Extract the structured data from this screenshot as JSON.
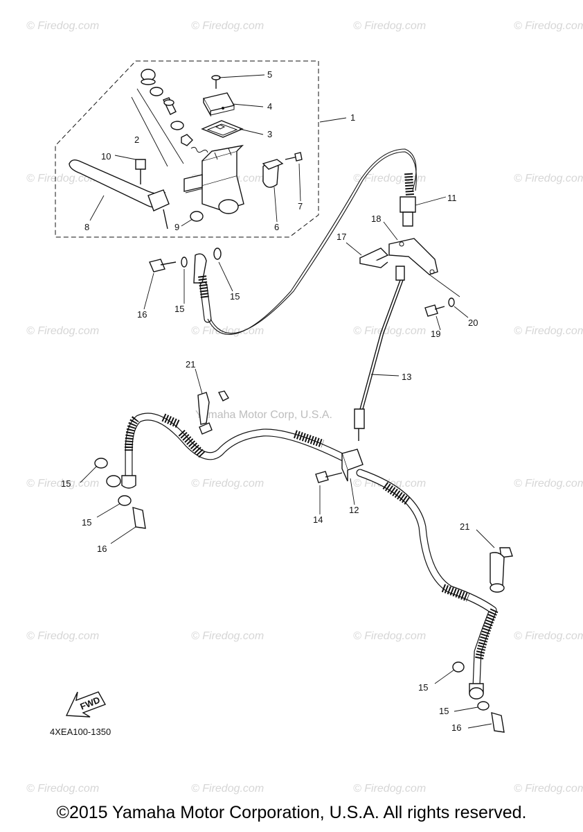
{
  "watermark": "© Firedog.com",
  "center_watermark": "Yamaha Motor Corp, U.S.A.",
  "diagram_code": "4XEA100-1350",
  "fwd_label": "FWD",
  "footer": "©2015 Yamaha Motor Corporation, U.S.A. All rights reserved.",
  "callouts": {
    "c1": "1",
    "c2": "2",
    "c3": "3",
    "c4": "4",
    "c5": "5",
    "c6": "6",
    "c7": "7",
    "c8": "8",
    "c9": "9",
    "c10": "10",
    "c11": "11",
    "c12": "12",
    "c13": "13",
    "c14": "14",
    "c15a": "15",
    "c15b": "15",
    "c15c": "15",
    "c15d": "15",
    "c15e": "15",
    "c15f": "15",
    "c16a": "16",
    "c16b": "16",
    "c16c": "16",
    "c17": "17",
    "c18": "18",
    "c19": "19",
    "c20": "20",
    "c21a": "21",
    "c21b": "21"
  }
}
